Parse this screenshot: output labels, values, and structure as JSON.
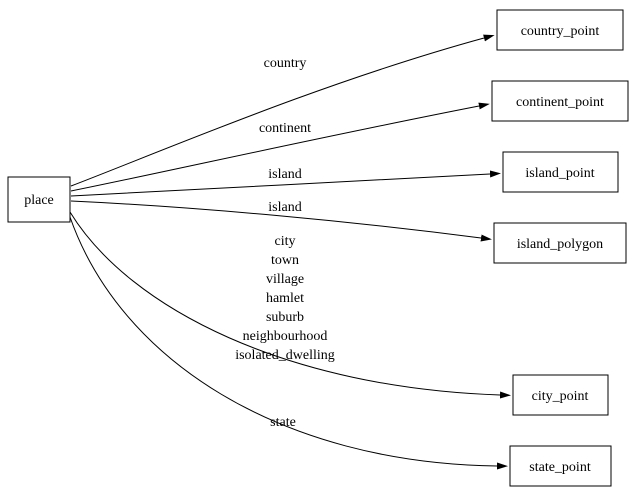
{
  "diagram": {
    "background_color": "#ffffff",
    "line_color": "#000000",
    "nodes": [
      {
        "id": "place",
        "label": "place"
      },
      {
        "id": "country_point",
        "label": "country_point"
      },
      {
        "id": "continent_point",
        "label": "continent_point"
      },
      {
        "id": "island_point",
        "label": "island_point"
      },
      {
        "id": "island_polygon",
        "label": "island_polygon"
      },
      {
        "id": "city_point",
        "label": "city_point"
      },
      {
        "id": "state_point",
        "label": "state_point"
      }
    ],
    "edges": [
      {
        "from": "place",
        "to": "country_point",
        "label": "country"
      },
      {
        "from": "place",
        "to": "continent_point",
        "label": "continent"
      },
      {
        "from": "place",
        "to": "island_point",
        "label": "island"
      },
      {
        "from": "place",
        "to": "island_polygon",
        "label": "island"
      },
      {
        "from": "place",
        "to": "city_point",
        "label_lines": [
          "city",
          "town",
          "village",
          "hamlet",
          "suburb",
          "neighbourhood",
          "isolated_dwelling"
        ]
      },
      {
        "from": "place",
        "to": "state_point",
        "label": "state"
      }
    ]
  }
}
